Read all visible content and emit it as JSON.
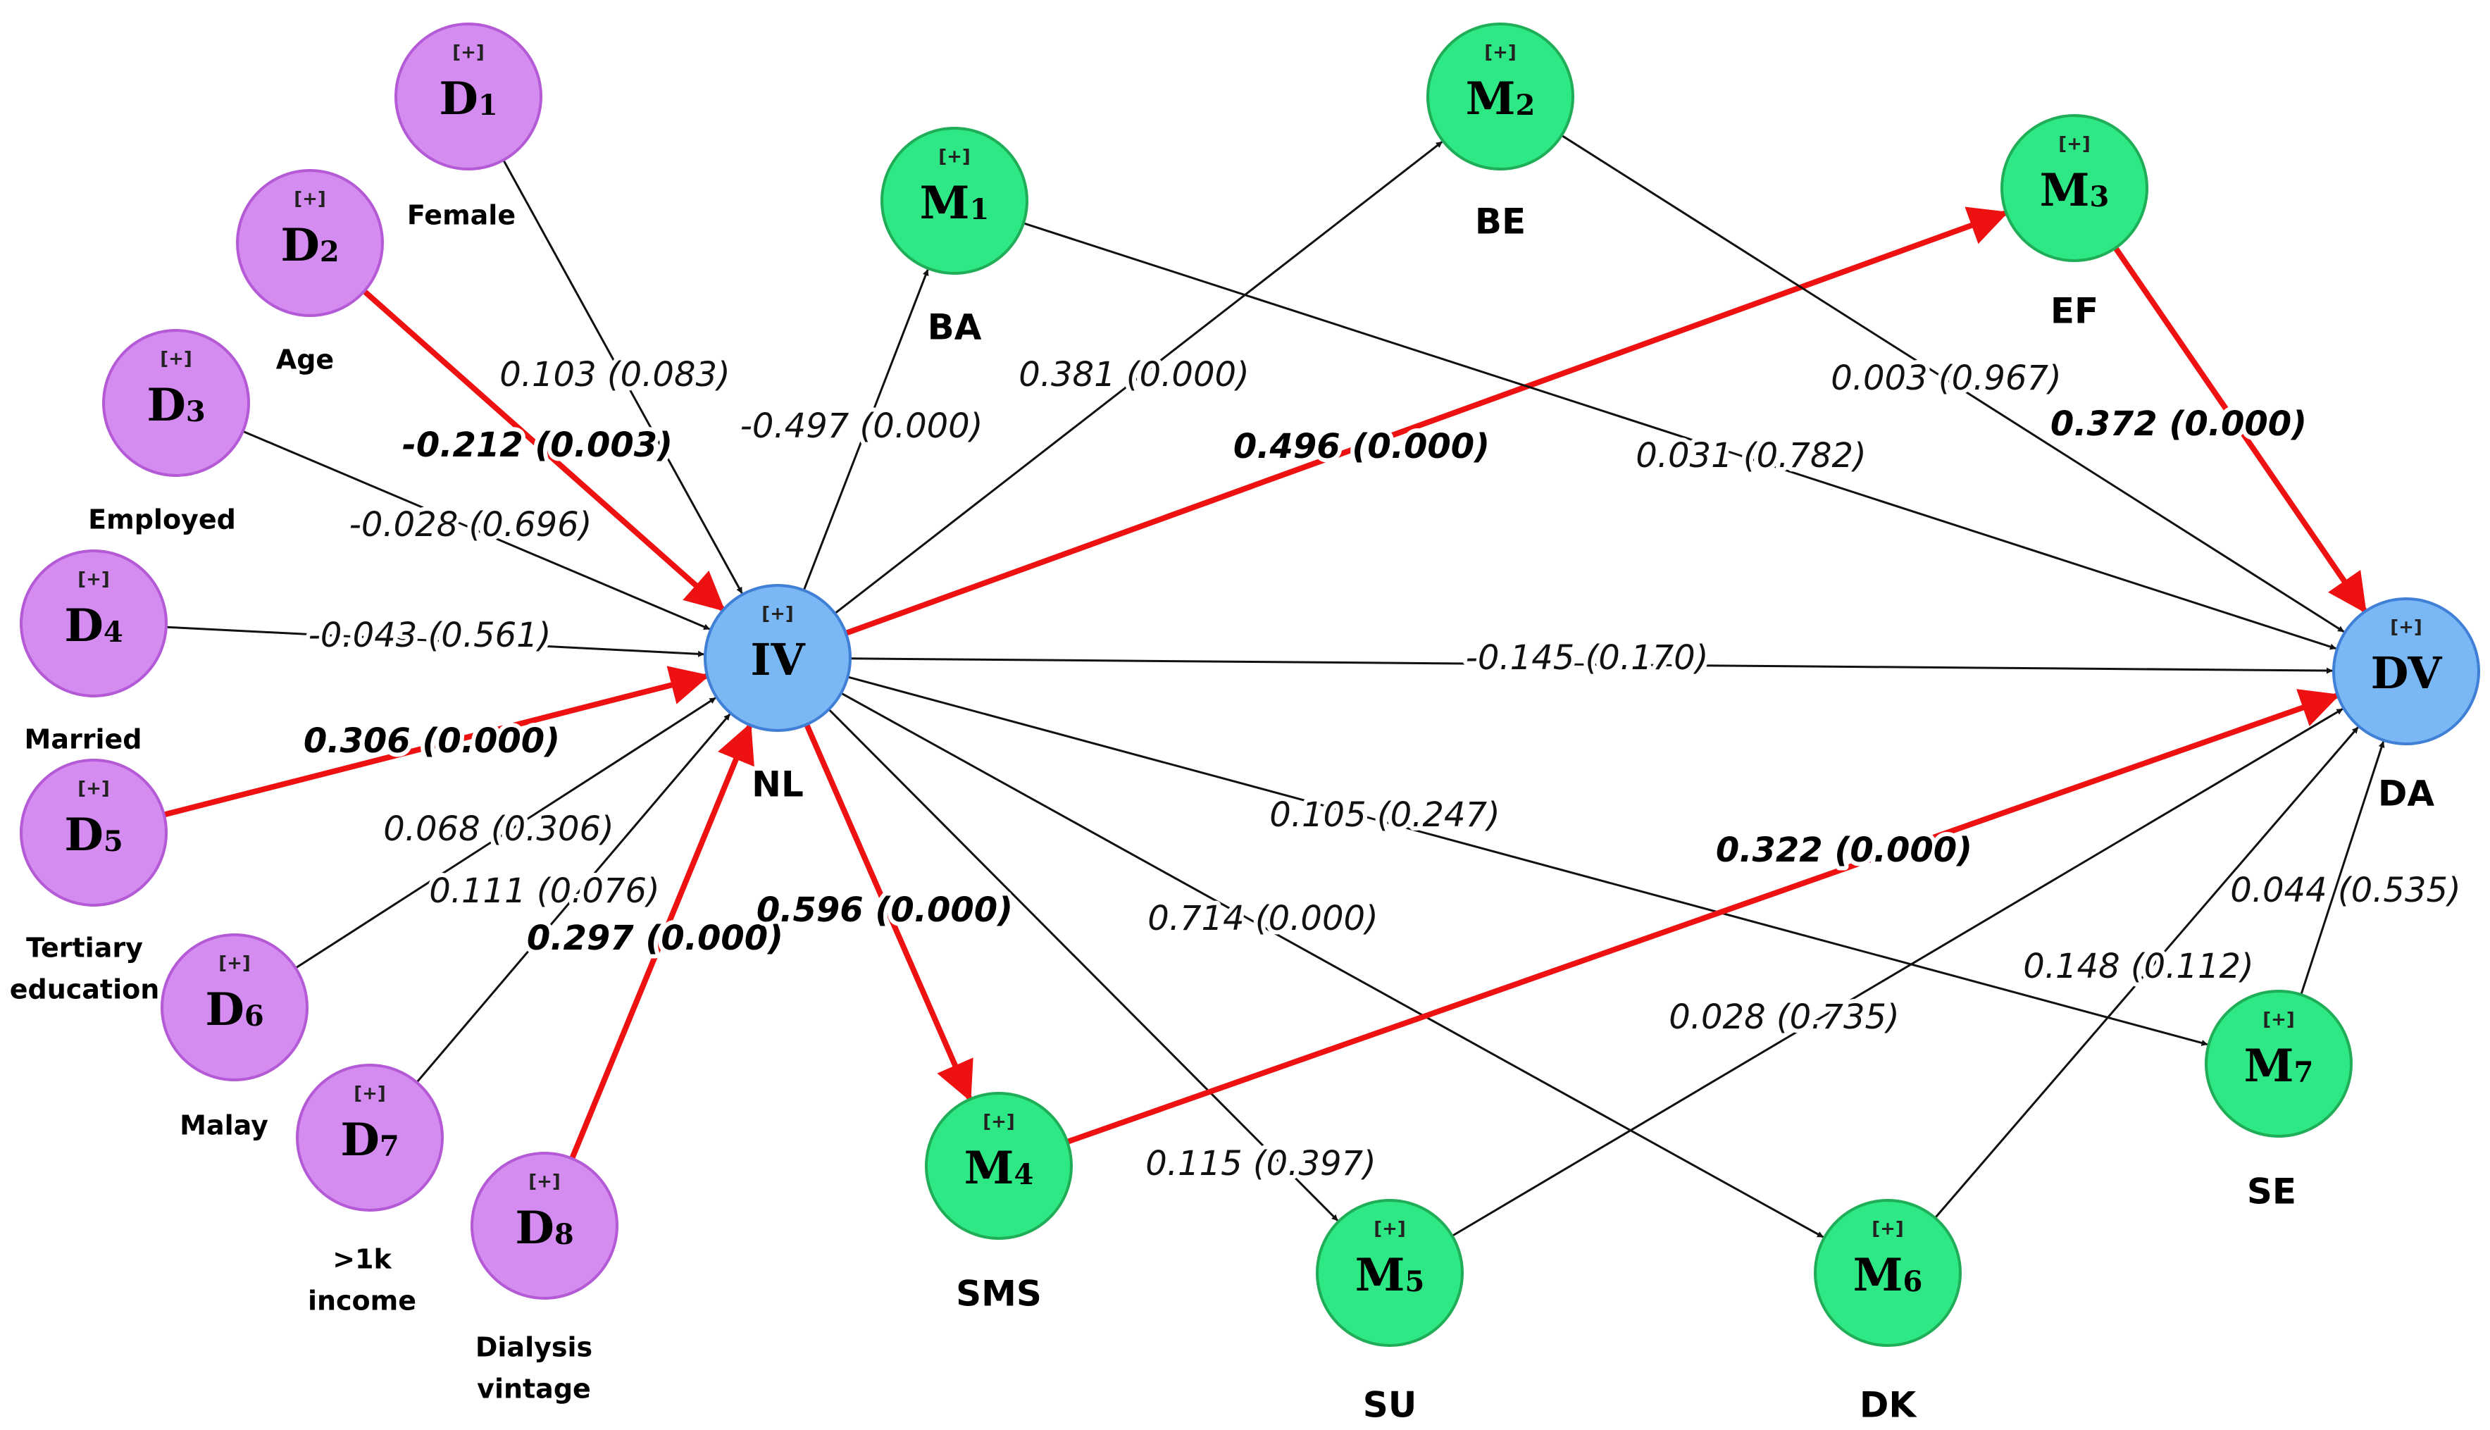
{
  "colors": {
    "dummy_fill": "#d58cf0",
    "dummy_stroke": "#b45ad6",
    "mediator_fill": "#2ee886",
    "mediator_stroke": "#1fae57",
    "core_fill": "#7ab8f5",
    "core_stroke": "#3f7fd6",
    "significant_path": "#ee1111",
    "path": "#111111",
    "label_halo": "#ffffff"
  },
  "node_marker": "[+]",
  "nodes": [
    {
      "id": "D1",
      "letter": "D",
      "sub": "1",
      "kind": "dummy",
      "caption": [
        "Female"
      ]
    },
    {
      "id": "D2",
      "letter": "D",
      "sub": "2",
      "kind": "dummy",
      "caption": [
        "Age"
      ]
    },
    {
      "id": "D3",
      "letter": "D",
      "sub": "3",
      "kind": "dummy",
      "caption": [
        "Employed"
      ]
    },
    {
      "id": "D4",
      "letter": "D",
      "sub": "4",
      "kind": "dummy",
      "caption": [
        "Married"
      ]
    },
    {
      "id": "D5",
      "letter": "D",
      "sub": "5",
      "kind": "dummy",
      "caption": [
        "Tertiary",
        "education"
      ]
    },
    {
      "id": "D6",
      "letter": "D",
      "sub": "6",
      "kind": "dummy",
      "caption": [
        "Malay"
      ]
    },
    {
      "id": "D7",
      "letter": "D",
      "sub": "7",
      "kind": "dummy",
      "caption": [
        ">1k",
        "income"
      ]
    },
    {
      "id": "D8",
      "letter": "D",
      "sub": "8",
      "kind": "dummy",
      "caption": [
        "Dialysis",
        "vintage"
      ]
    },
    {
      "id": "IV",
      "letter": "IV",
      "sub": "",
      "kind": "core",
      "caption": [
        "NL"
      ]
    },
    {
      "id": "DV",
      "letter": "DV",
      "sub": "",
      "kind": "core",
      "caption": [
        "DA"
      ]
    },
    {
      "id": "M1",
      "letter": "M",
      "sub": "1",
      "kind": "mediator",
      "caption": [
        "BA"
      ]
    },
    {
      "id": "M2",
      "letter": "M",
      "sub": "2",
      "kind": "mediator",
      "caption": [
        "BE"
      ]
    },
    {
      "id": "M3",
      "letter": "M",
      "sub": "3",
      "kind": "mediator",
      "caption": [
        "EF"
      ]
    },
    {
      "id": "M4",
      "letter": "M",
      "sub": "4",
      "kind": "mediator",
      "caption": [
        "SMS"
      ]
    },
    {
      "id": "M5",
      "letter": "M",
      "sub": "5",
      "kind": "mediator",
      "caption": [
        "SU"
      ]
    },
    {
      "id": "M6",
      "letter": "M",
      "sub": "6",
      "kind": "mediator",
      "caption": [
        "DK"
      ]
    },
    {
      "id": "M7",
      "letter": "M",
      "sub": "7",
      "kind": "mediator",
      "caption": [
        "SE"
      ]
    }
  ],
  "paths": [
    {
      "from": "D1",
      "to": "IV",
      "label": "0.103 (0.083)",
      "significant": false
    },
    {
      "from": "D2",
      "to": "IV",
      "label": "-0.212 (0.003)",
      "significant": true
    },
    {
      "from": "D3",
      "to": "IV",
      "label": "-0.028 (0.696)",
      "significant": false
    },
    {
      "from": "D4",
      "to": "IV",
      "label": "-0.043 (0.561)",
      "significant": false
    },
    {
      "from": "D5",
      "to": "IV",
      "label": "0.306 (0.000)",
      "significant": true
    },
    {
      "from": "D6",
      "to": "IV",
      "label": "0.068 (0.306)",
      "significant": false
    },
    {
      "from": "D7",
      "to": "IV",
      "label": "0.111 (0.076)",
      "significant": false
    },
    {
      "from": "D8",
      "to": "IV",
      "label": "0.297 (0.000)",
      "significant": true
    },
    {
      "from": "IV",
      "to": "M1",
      "label": "-0.497 (0.000)",
      "significant": false
    },
    {
      "from": "IV",
      "to": "M2",
      "label": "0.381 (0.000)",
      "significant": false
    },
    {
      "from": "IV",
      "to": "M3",
      "label": "0.496 (0.000)",
      "significant": true
    },
    {
      "from": "IV",
      "to": "DV",
      "label": "-0.145 (0.170)",
      "significant": false
    },
    {
      "from": "IV",
      "to": "M4",
      "label": "0.596 (0.000)",
      "significant": true
    },
    {
      "from": "IV",
      "to": "M5",
      "label": "0.115 (0.397)",
      "significant": false
    },
    {
      "from": "IV",
      "to": "M6",
      "label": "0.714 (0.000)",
      "significant": false
    },
    {
      "from": "IV",
      "to": "M7",
      "label": "0.105 (0.247)",
      "significant": false
    },
    {
      "from": "M1",
      "to": "DV",
      "label": "0.031 (0.782)",
      "significant": false
    },
    {
      "from": "M2",
      "to": "DV",
      "label": "0.003 (0.967)",
      "significant": false
    },
    {
      "from": "M3",
      "to": "DV",
      "label": "0.372 (0.000)",
      "significant": true
    },
    {
      "from": "M4",
      "to": "DV",
      "label": "0.322 (0.000)",
      "significant": true
    },
    {
      "from": "M5",
      "to": "DV",
      "label": "0.028 (0.735)",
      "significant": false
    },
    {
      "from": "M6",
      "to": "DV",
      "label": "0.148 (0.112)",
      "significant": false
    },
    {
      "from": "M7",
      "to": "DV",
      "label": "0.044 (0.535)",
      "significant": false
    }
  ]
}
